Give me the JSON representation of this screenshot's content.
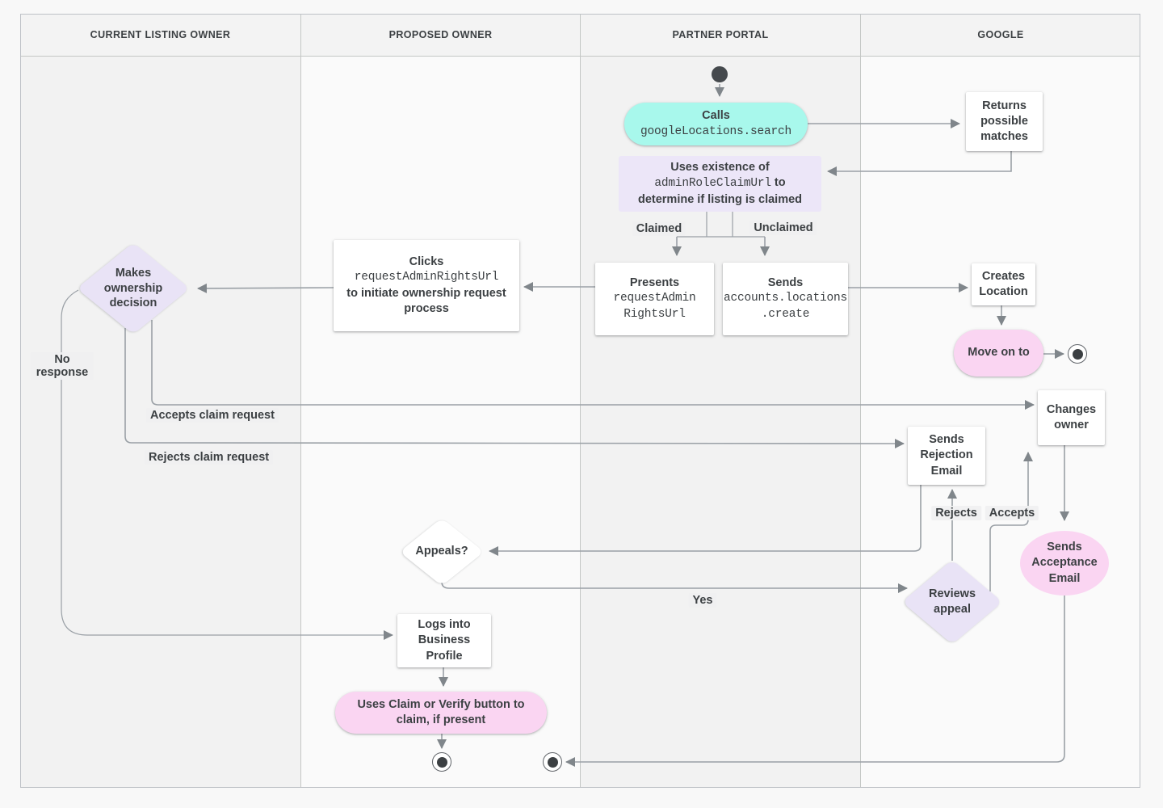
{
  "lanes": [
    {
      "label": "CURRENT LISTING OWNER"
    },
    {
      "label": "PROPOSED OWNER"
    },
    {
      "label": "PARTNER PORTAL"
    },
    {
      "label": "GOOGLE"
    }
  ],
  "nodes": {
    "calls": {
      "title": "Calls",
      "code": "googleLocations.search"
    },
    "returns_matches": {
      "text": "Returns possible matches"
    },
    "uses_existence": {
      "line1": "Uses existence of",
      "code": "adminRoleClaimUrl",
      "after_code": " to",
      "line3": "determine if listing is claimed"
    },
    "presents": {
      "title": "Presents",
      "code_line1": "requestAdmin",
      "code_line2": "RightsUrl"
    },
    "sends_create": {
      "title": "Sends",
      "code_line1": "accounts.locations",
      "code_line2": ".create"
    },
    "clicks": {
      "title": "Clicks",
      "code": "requestAdminRightsUrl",
      "rest": "to initiate ownership request process"
    },
    "makes_decision": {
      "text": "Makes ownership decision"
    },
    "creates_location": {
      "text": "Creates Location"
    },
    "move_on": {
      "text": "Move on to"
    },
    "changes_owner": {
      "text": "Changes owner"
    },
    "sends_rejection": {
      "text": "Sends Rejection Email"
    },
    "sends_acceptance": {
      "text": "Sends Acceptance Email"
    },
    "reviews_appeal": {
      "text": "Reviews appeal"
    },
    "appeals": {
      "text": "Appeals?"
    },
    "logs_in": {
      "text": "Logs into Business Profile"
    },
    "claim_verify": {
      "text": "Uses Claim or Verify button to claim, if present"
    }
  },
  "edge_labels": {
    "claimed": "Claimed",
    "unclaimed": "Unclaimed",
    "no_response": "No response",
    "accepts_claim": "Accepts claim request",
    "rejects_claim": "Rejects claim request",
    "yes": "Yes",
    "rejects": "Rejects",
    "accepts": "Accepts"
  },
  "colors": {
    "teal": "#A8F8EC",
    "lavender": "#ECE6F8",
    "pink": "#FAD5F2",
    "node_text": "#3C4043",
    "line": "#9AA0A6",
    "arrow": "#80868B",
    "lane_gray": "#F2F2F2",
    "lane_light": "#FAFAFA"
  }
}
